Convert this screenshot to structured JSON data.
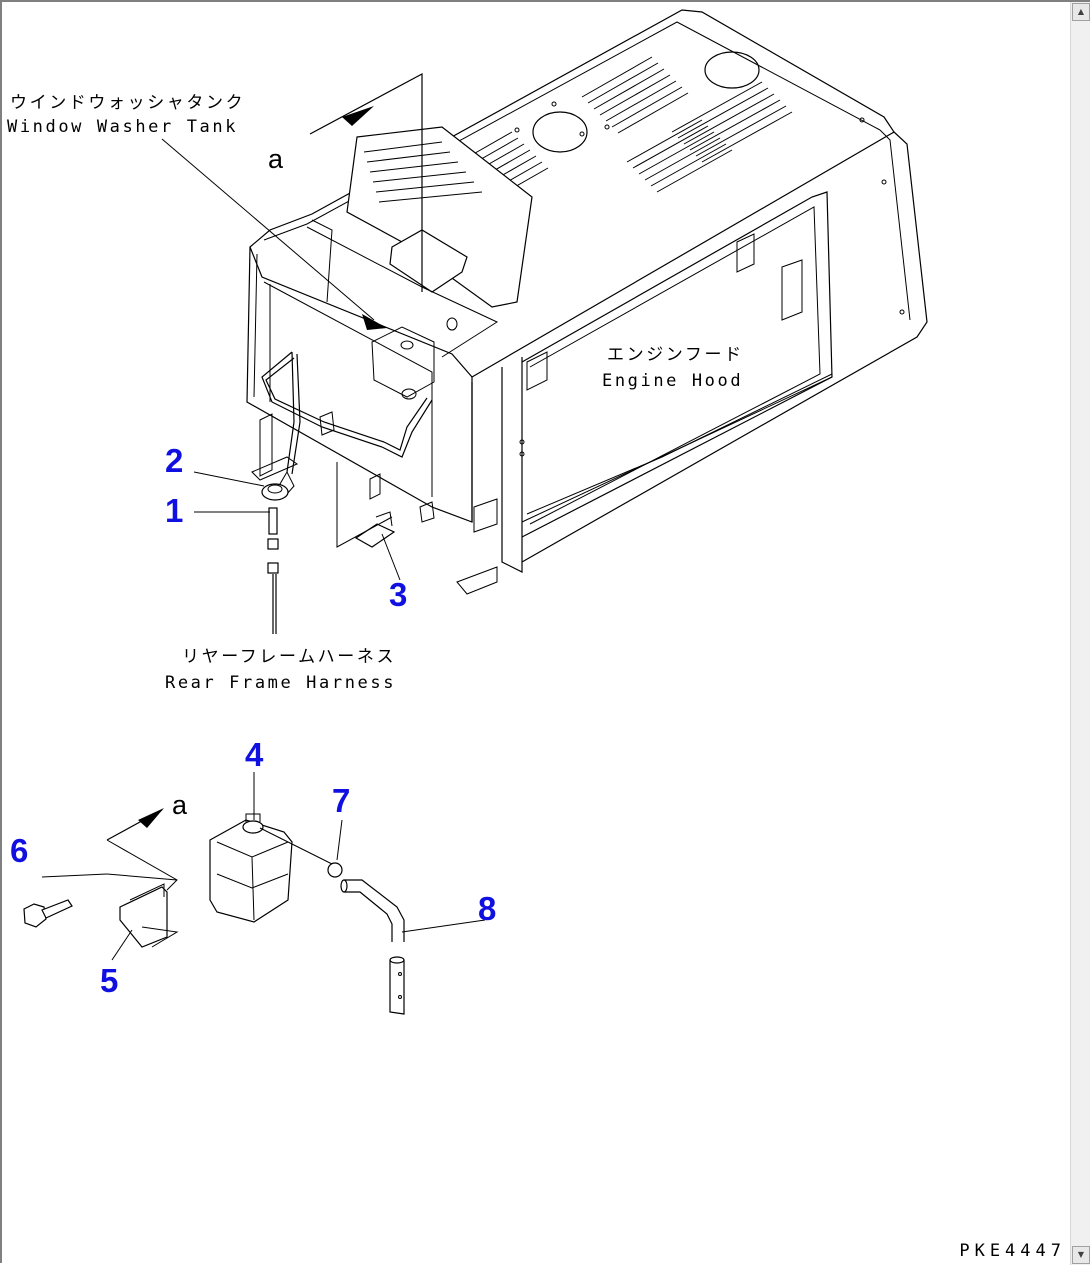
{
  "labels": {
    "washer_tank_jp": "ウインドウォッシャタンク",
    "washer_tank_en": "Window Washer Tank",
    "engine_hood_jp": "エンジンフード",
    "engine_hood_en": "Engine Hood",
    "rear_harness_jp": "リヤーフレームハーネス",
    "rear_harness_en": "Rear Frame Harness",
    "view_a_top": "a",
    "view_a_bottom": "a"
  },
  "callouts": {
    "n1": "1",
    "n2": "2",
    "n3": "3",
    "n4": "4",
    "n5": "5",
    "n6": "6",
    "n7": "7",
    "n8": "8"
  },
  "footer": {
    "ref_code": "PKE4447"
  },
  "scrollbar": {
    "up_icon": "triangle-up",
    "down_icon": "triangle-down"
  },
  "colors": {
    "callout": "#1010e0",
    "line": "#000000",
    "background": "#ffffff"
  }
}
